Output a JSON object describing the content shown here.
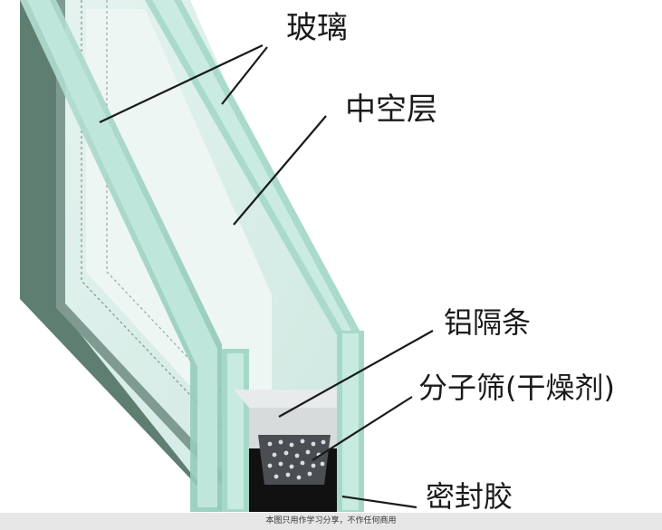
{
  "labels": {
    "glass": "玻璃",
    "cavity": "中空层",
    "spacer": "铝隔条",
    "sieve": "分子筛(干燥剂)",
    "sealant": "密封胶"
  },
  "footer": "本图只用作学习分享，不作任何商用",
  "colors": {
    "glass_face": "#d9eeea",
    "glass_edge": "#9fd3c3",
    "frame_dark": "#5f7f73",
    "spacer": "#d8dcdc",
    "sealant": "#111111",
    "sieve": "#4a4e52"
  }
}
